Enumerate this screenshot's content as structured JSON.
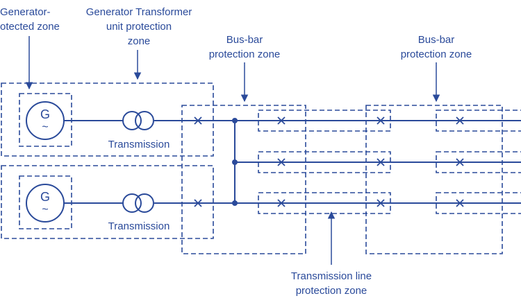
{
  "labels": {
    "generator_zone": [
      "Generator-",
      "otected zone"
    ],
    "gen_transformer_zone": [
      "Generator Transformer",
      "unit protection",
      "zone"
    ],
    "busbar_zone_1": [
      "Bus-bar",
      "protection zone"
    ],
    "busbar_zone_2": [
      "Bus-bar",
      "protection zone"
    ],
    "transmission_1": "Transmission",
    "transmission_2": "Transmission",
    "line_zone": [
      "Transmission line",
      "protection zone"
    ]
  },
  "generators": [
    {
      "letter": "G",
      "wave": "~"
    },
    {
      "letter": "G",
      "wave": "~"
    }
  ],
  "colors": {
    "line": "#2a4a9a",
    "background": "#ffffff"
  }
}
